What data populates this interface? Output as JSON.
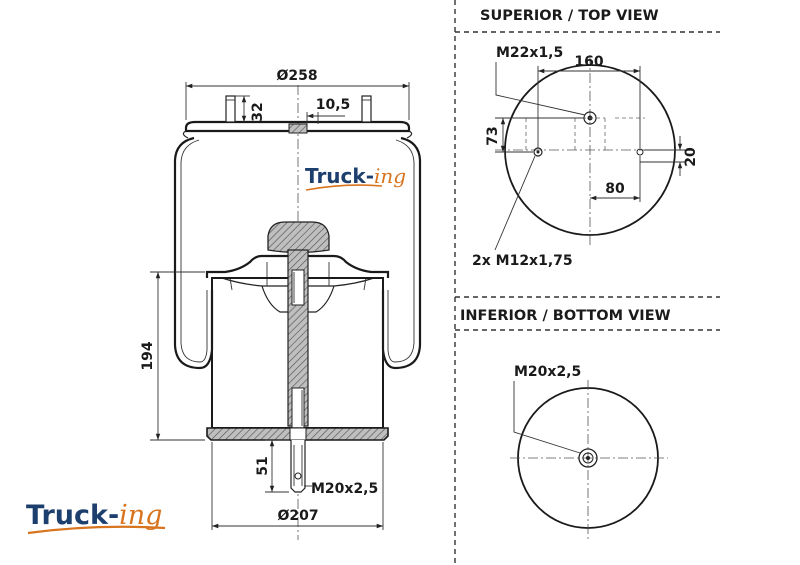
{
  "views": {
    "top_title": "SUPERIOR / TOP VIEW",
    "bottom_title": "INFERIOR / BOTTOM VIEW"
  },
  "brand": {
    "word": "Truck-",
    "suffix": "ing",
    "color_dark": "#1d3f6e",
    "color_accent": "#d8731e"
  },
  "side_view": {
    "top_diameter": "Ø258",
    "stud_height": "32",
    "offset": "10,5",
    "height": "194",
    "bottom_height": "51",
    "bottom_thread": "M20x2,5",
    "bottom_diameter": "Ø207"
  },
  "top_view": {
    "main_thread": "M22x1,5",
    "spacing": "160",
    "offset_y": "73",
    "small_offset": "20",
    "offset_x": "80",
    "stud_thread": "2x M12x1,75"
  },
  "bottom_view": {
    "thread": "M20x2,5"
  }
}
